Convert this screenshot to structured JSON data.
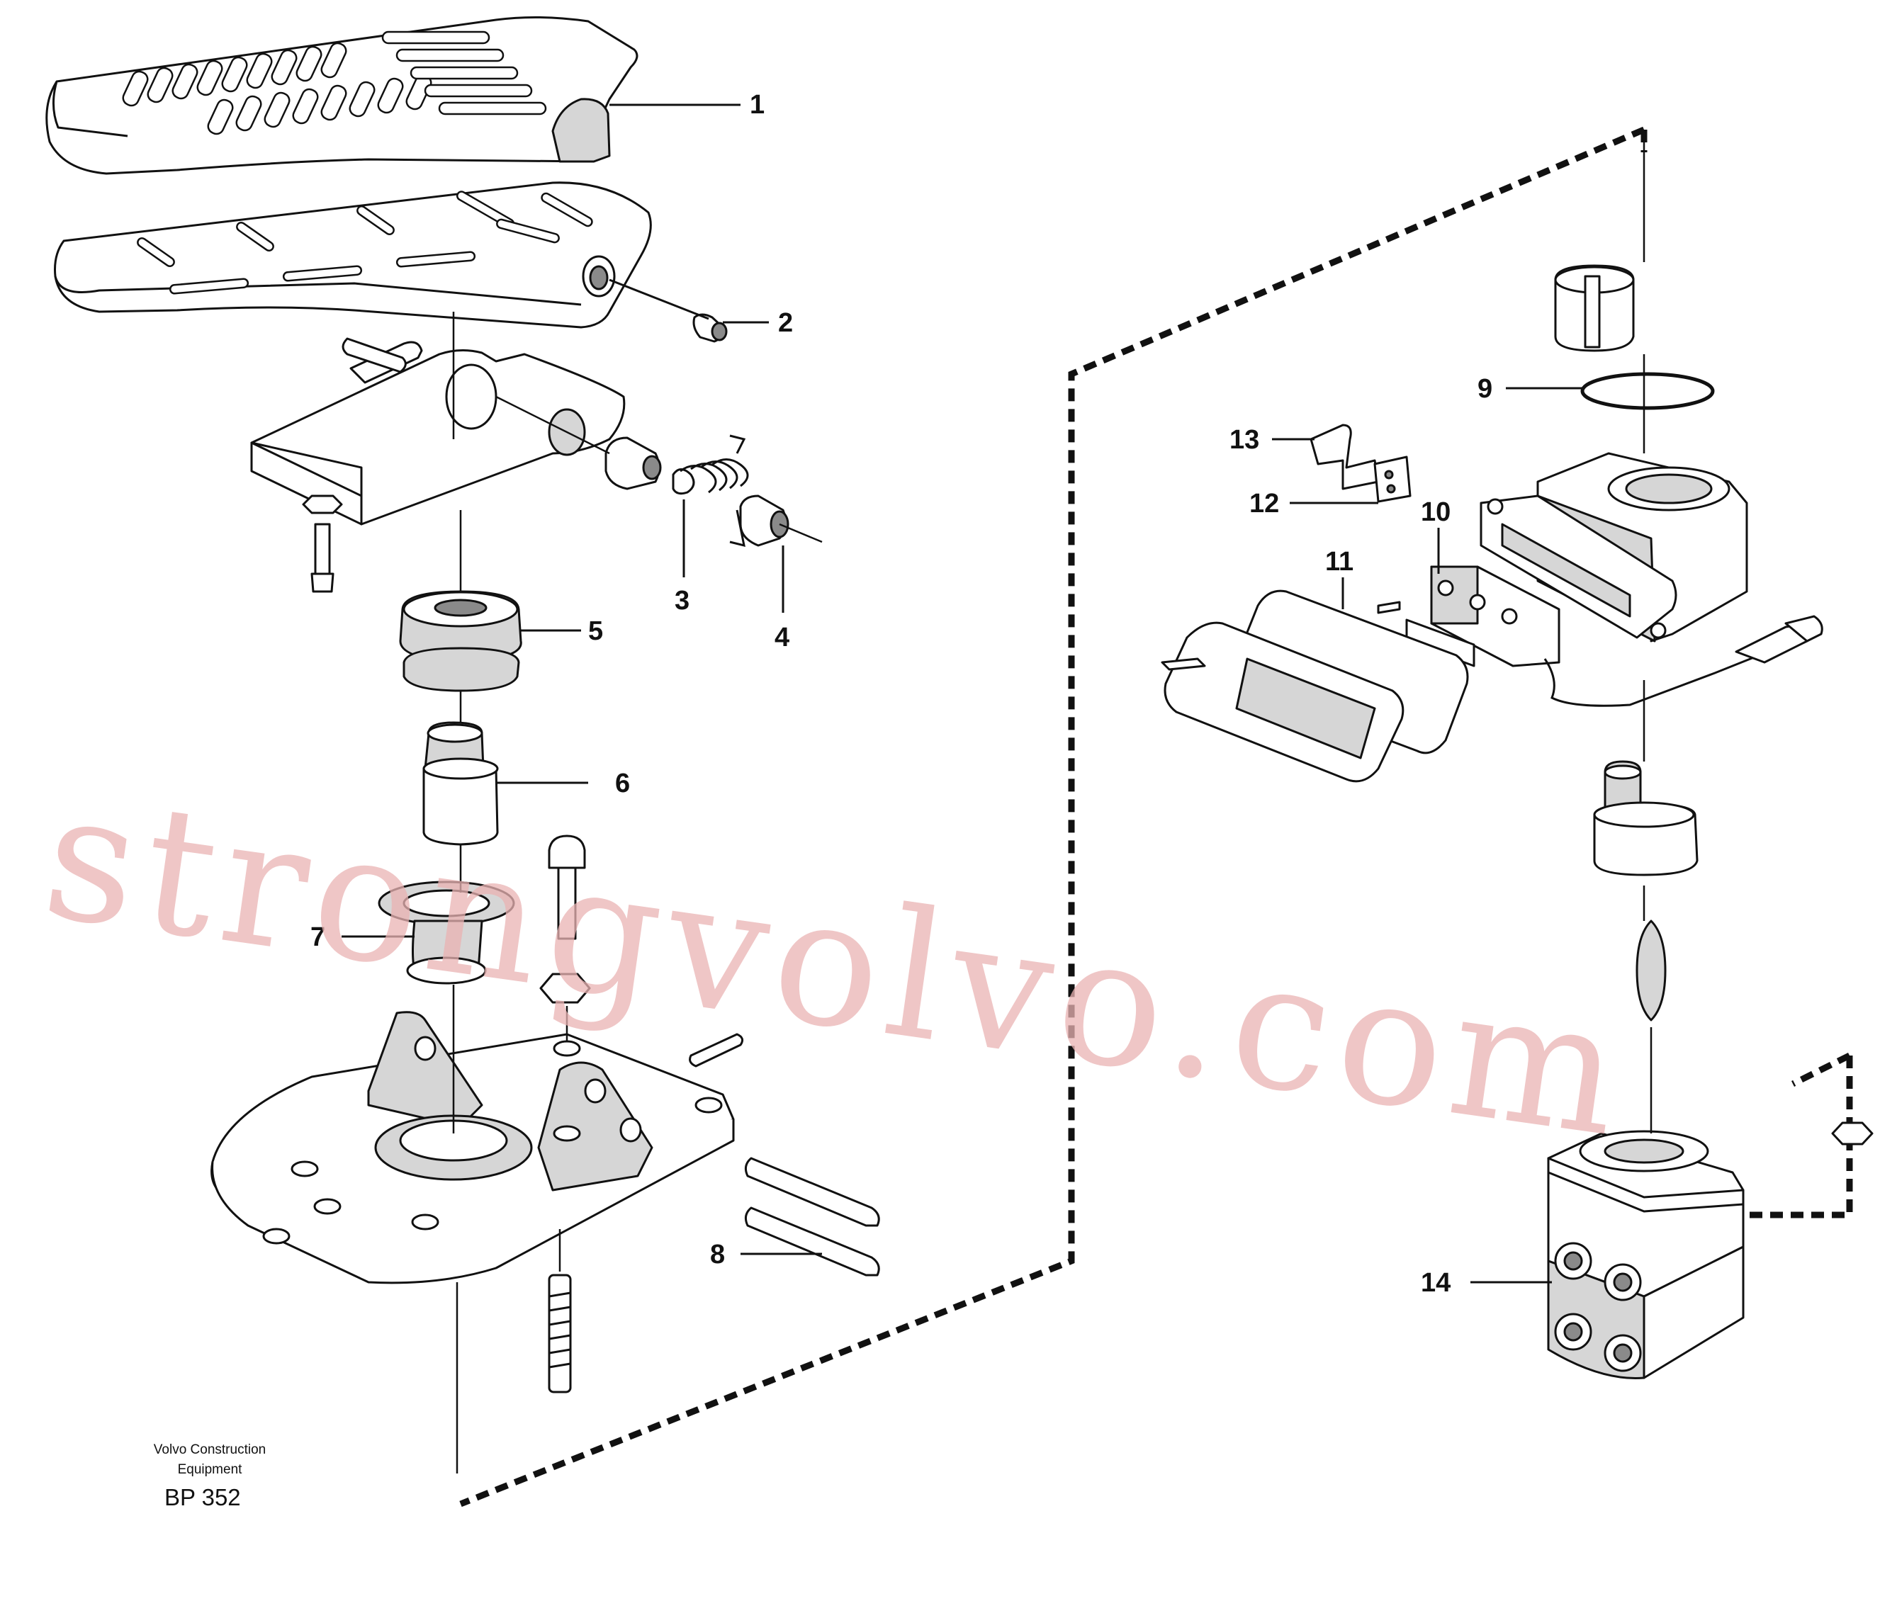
{
  "callouts": {
    "c1": "1",
    "c2": "2",
    "c3": "3",
    "c4": "4",
    "c5": "5",
    "c6": "6",
    "c7": "7",
    "c8": "8",
    "c9": "9",
    "c10": "10",
    "c11": "11",
    "c12": "12",
    "c13": "13",
    "c14": "14"
  },
  "footer": {
    "company_line1": "Volvo Construction",
    "company_line2": "Equipment",
    "drawing_code": "BP 352"
  },
  "watermark": {
    "text": "strongvolvo.com",
    "color": "#eab3b3"
  },
  "colors": {
    "line": "#111111",
    "background": "#ffffff",
    "shade": "#d6d6d6"
  }
}
